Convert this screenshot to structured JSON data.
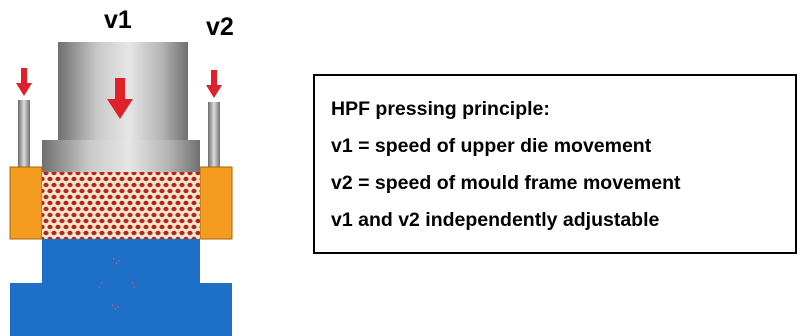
{
  "labels": {
    "v1": "v1",
    "v2": "v2"
  },
  "legend": {
    "title": "HPF pressing principle:",
    "lines": [
      "v1 = speed of upper die movement",
      "v2 = speed of mould frame movement",
      "v1 and v2 independently adjustable"
    ]
  },
  "colors": {
    "arrow": "#e0202a",
    "frame": "#f39c1f",
    "lower_die": "#1e6fc8",
    "upper_die": "#a8a8a8",
    "fibers": "#b2232a"
  }
}
